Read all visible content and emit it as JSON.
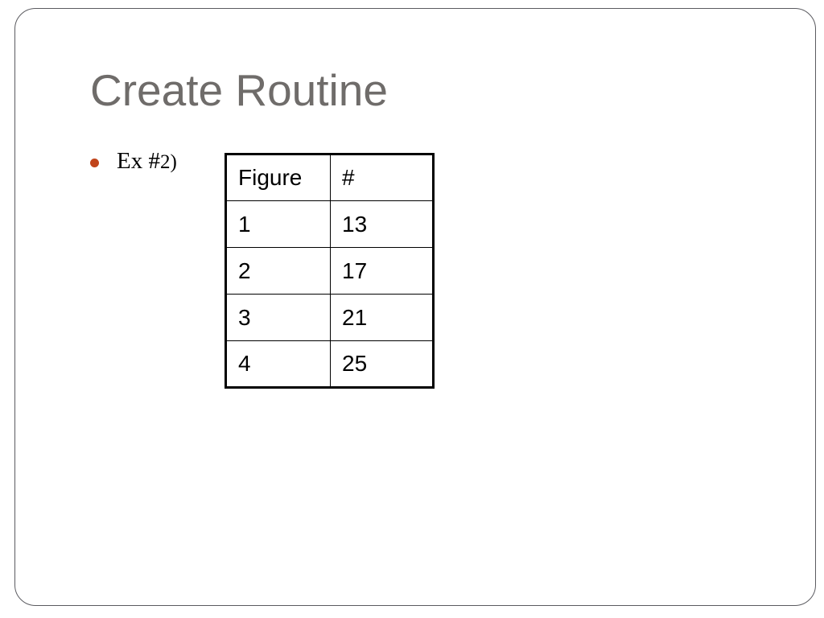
{
  "slide": {
    "title": "Create Routine",
    "background_color": "#ffffff",
    "border_color": "#5b5b60",
    "title_color": "#6f6c6a"
  },
  "bullet": {
    "marker": "bullet-dot",
    "marker_color": "#c0441b",
    "text_lead": "Ex #",
    "text_tail": "2)",
    "full_text": "Ex #2)"
  },
  "table": {
    "headers": [
      "Figure",
      "#"
    ],
    "rows": [
      [
        "1",
        "13"
      ],
      [
        "2",
        "17"
      ],
      [
        "3",
        "21"
      ],
      [
        "4",
        "25"
      ]
    ],
    "border_color": "#000000"
  }
}
